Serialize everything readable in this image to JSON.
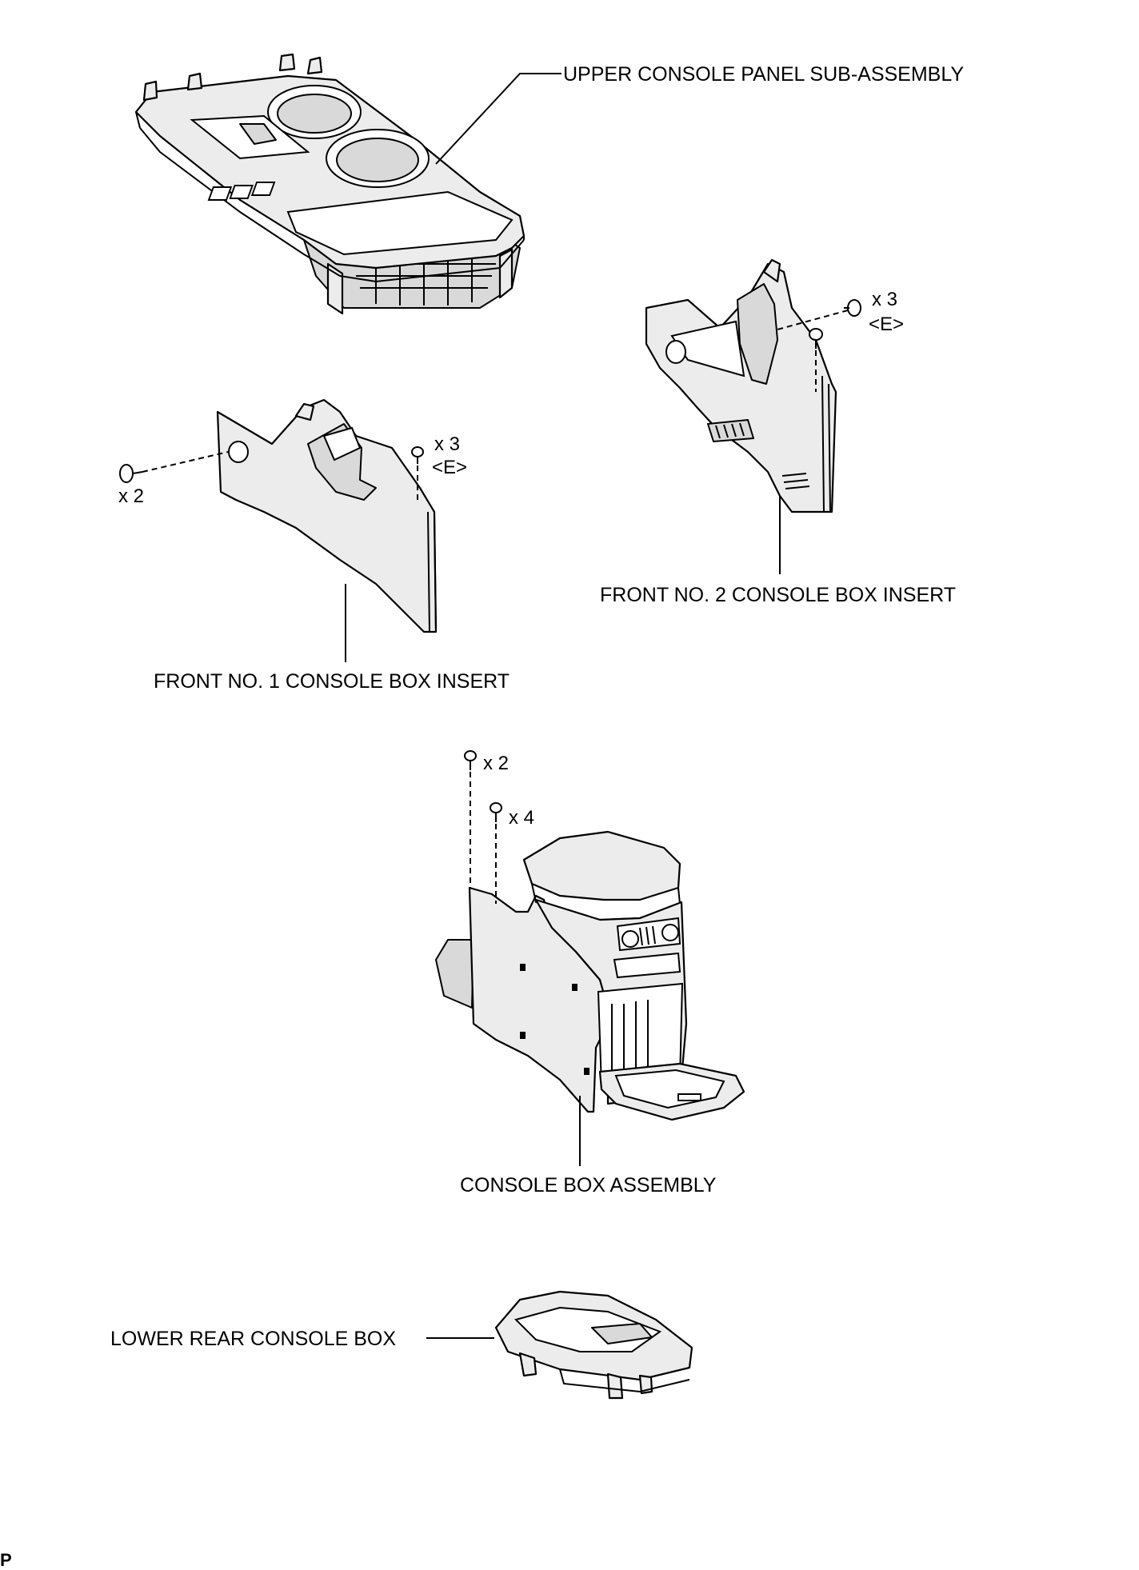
{
  "labels": {
    "upper_panel": "UPPER CONSOLE PANEL SUB-ASSEMBLY",
    "front_no2": "FRONT NO. 2 CONSOLE BOX INSERT",
    "front_no1": "FRONT NO. 1 CONSOLE BOX INSERT",
    "console_box": "CONSOLE BOX ASSEMBLY",
    "lower_rear": "LOWER REAR CONSOLE BOX"
  },
  "fastener_notes": {
    "no2_screw_qty": "x 3",
    "no2_screw_code": "<E>",
    "no1_clip_qty": "x 2",
    "no1_screw_qty": "x 3",
    "no1_screw_code": "<E>",
    "box_bolt_qty_a": "x 2",
    "box_bolt_qty_b": "x 4"
  },
  "corner_mark": "P",
  "icons": [
    "screw-icon",
    "clip-icon",
    "bolt-icon"
  ]
}
